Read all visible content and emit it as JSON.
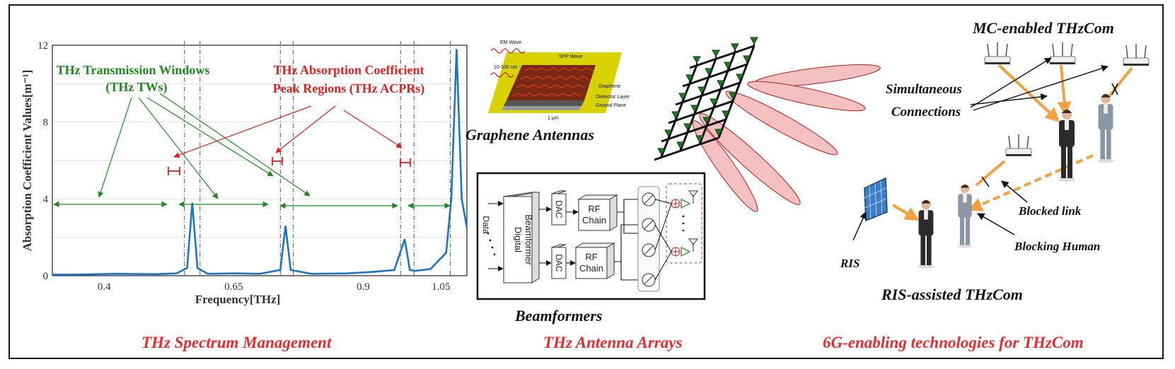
{
  "captions": {
    "spectrum": "THz Spectrum Management",
    "arrays": "THz Antenna Arrays",
    "enabling": "6G-enabling technologies  for THzCom"
  },
  "chart": {
    "ylabel": "Absorption Coefficient Values[m⁻¹]",
    "xlabel": "Frequency[THz]",
    "yticks": [
      "0",
      "4",
      "8",
      "12"
    ],
    "xticks": [
      "0.4",
      "0.65",
      "0.9",
      "1.05"
    ],
    "tw_label_1": "THz Transmission Windows",
    "tw_label_2": "(THz TWs)",
    "acpr_label_1": "THz Absorption Coefficient",
    "acpr_label_2": "Peak Regions (THz ACPRs)",
    "line_color": "#1f74c4",
    "tw_color": "#1e8a1e",
    "acpr_color": "#e0201e"
  },
  "chart_data": {
    "type": "line",
    "xlabel": "Frequency[THz]",
    "ylabel": "Absorption Coefficient Values[m⁻¹]",
    "xlim": [
      0.3,
      1.1
    ],
    "ylim": [
      0,
      12
    ],
    "yticks": [
      0,
      4,
      8,
      12
    ],
    "xticks": [
      0.4,
      0.65,
      0.9,
      1.05
    ],
    "grid": true,
    "x": [
      0.3,
      0.35,
      0.42,
      0.5,
      0.54,
      0.56,
      0.57,
      0.58,
      0.6,
      0.65,
      0.7,
      0.74,
      0.75,
      0.76,
      0.8,
      0.87,
      0.92,
      0.96,
      0.98,
      0.99,
      1.0,
      1.03,
      1.06,
      1.07,
      1.08,
      1.09,
      1.1
    ],
    "y": [
      0.05,
      0.06,
      0.1,
      0.08,
      0.12,
      0.4,
      3.8,
      0.4,
      0.1,
      0.12,
      0.1,
      0.3,
      2.6,
      0.3,
      0.1,
      0.12,
      0.2,
      0.3,
      1.9,
      0.3,
      0.25,
      0.35,
      1.2,
      4.0,
      11.8,
      4.0,
      2.5
    ]
  },
  "graphene": {
    "title": "Graphene Antennas",
    "em_wave": "EM Wave",
    "spp_wave": "SPP Wave",
    "dim": "10-100 nm",
    "graphene": "Graphene",
    "dielectric": "Dielectric Layer",
    "ground": "Ground Plane",
    "size": "1 µm"
  },
  "beamformer": {
    "title": "Beamformers",
    "digital_1": "Digital",
    "digital_2": "Beamformer",
    "data_label": "Data",
    "dac": "DAC",
    "rf_1": "RF",
    "rf_2": "Chain"
  },
  "thzcom": {
    "mc_title": "MC-enabled THzCom",
    "simultaneous_1": "Simultaneous",
    "simultaneous_2": "Connections",
    "blocked_link": "Blocked  link",
    "blocking_human": "Blocking Human",
    "ris": "RIS",
    "ris_title": "RIS-assisted THzCom"
  }
}
